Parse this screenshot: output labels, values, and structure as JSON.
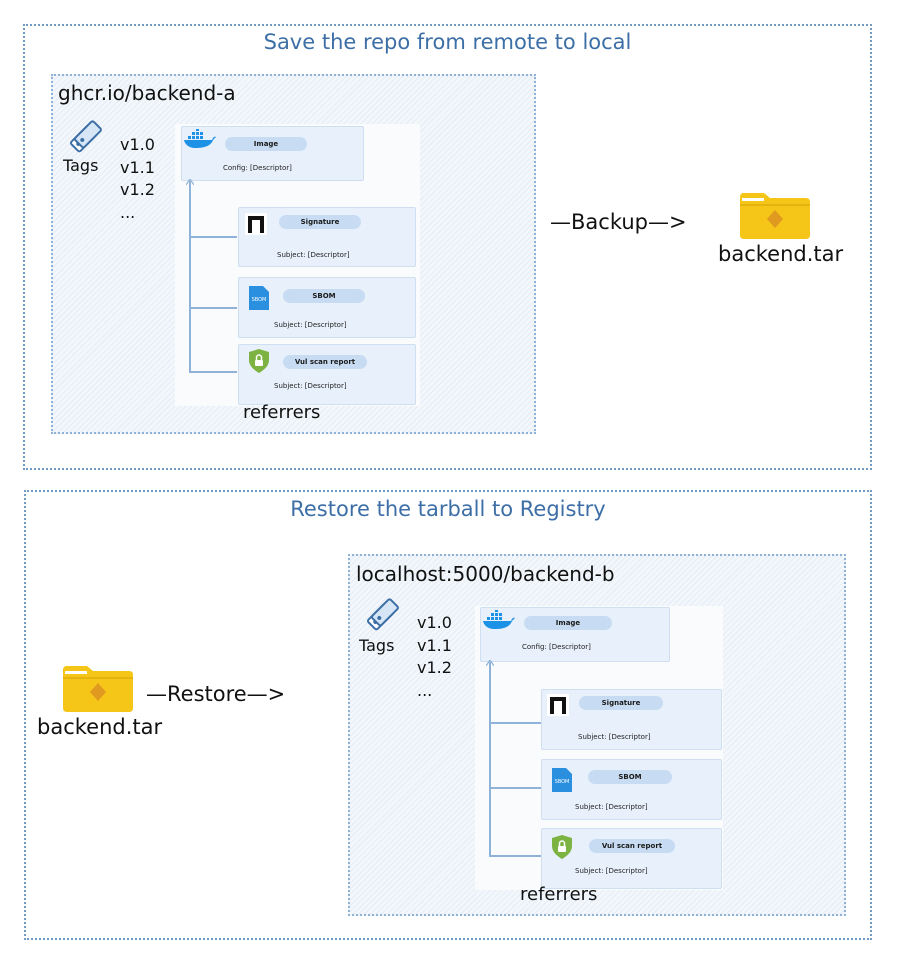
{
  "backup_section": {
    "title": "Save the repo from remote to local",
    "repo": {
      "name": "ghcr.io/backend-a",
      "tags_label": "Tags",
      "tags": [
        "v1.0",
        "v1.1",
        "v1.2",
        "..."
      ],
      "image": {
        "label": "Image",
        "config": "Config:   [Descriptor]"
      },
      "referrers": [
        {
          "icon": "notation-icon",
          "label": "Signature",
          "subject": "Subject:   [Descriptor]"
        },
        {
          "icon": "sbom-icon",
          "label": "SBOM",
          "subject": "Subject:   [Descriptor]"
        },
        {
          "icon": "shield-lock-icon",
          "label": "Vul scan report",
          "subject": "Subject:   [Descriptor]"
        }
      ],
      "referrers_label": "referrers"
    },
    "action": "—Backup—>",
    "file": {
      "icon": "folder-icon",
      "name": "backend.tar"
    }
  },
  "restore_section": {
    "title": "Restore the tarball to Registry",
    "file": {
      "icon": "folder-icon",
      "name": "backend.tar"
    },
    "action": "—Restore—>",
    "repo": {
      "name": "localhost:5000/backend-b",
      "tags_label": "Tags",
      "tags": [
        "v1.0",
        "v1.1",
        "v1.2",
        "..."
      ],
      "image": {
        "label": "Image",
        "config": "Config:   [Descriptor]"
      },
      "referrers": [
        {
          "icon": "notation-icon",
          "label": "Signature",
          "subject": "Subject:   [Descriptor]"
        },
        {
          "icon": "sbom-icon",
          "label": "SBOM",
          "subject": "Subject:   [Descriptor]"
        },
        {
          "icon": "shield-lock-icon",
          "label": "Vul scan report",
          "subject": "Subject:   [Descriptor]"
        }
      ],
      "referrers_label": "referrers"
    }
  },
  "colors": {
    "title": "#3d6fa6",
    "border": "#6f9bc4",
    "card": "#e8f1fb",
    "pill": "#c7dcf2",
    "folder": "#f5c518",
    "docker": "#1d91e6",
    "shield": "#7cb342"
  }
}
